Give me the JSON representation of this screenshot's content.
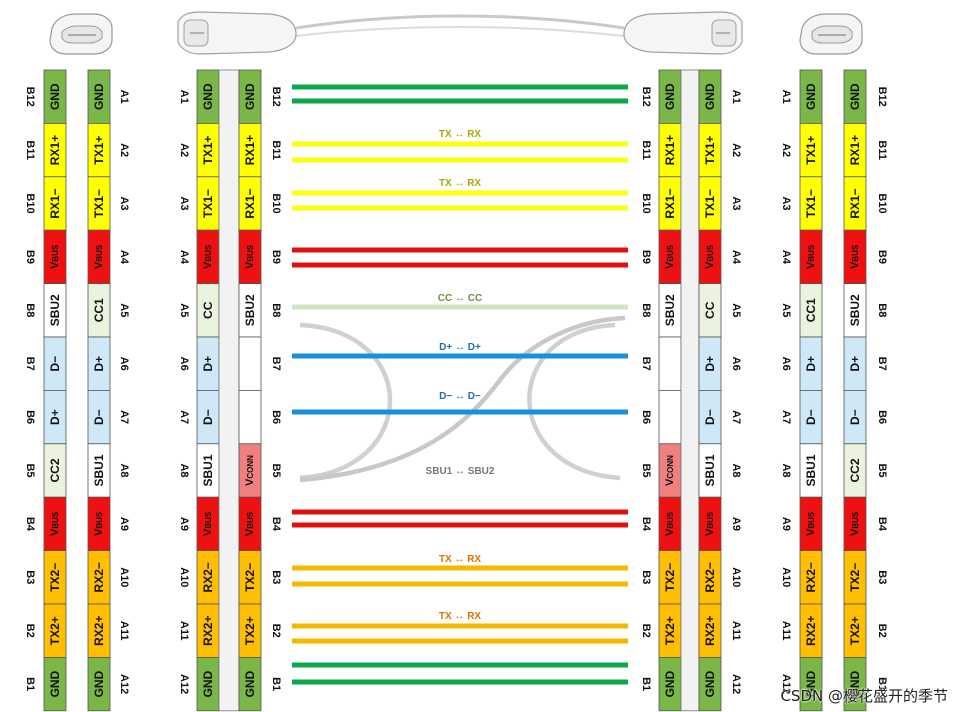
{
  "colors": {
    "GND": "#7ab648",
    "TX": "#ffff00",
    "RX": "#ffff00",
    "VBUS": "#ee1111",
    "SBU": "#ffffff",
    "CC": "#e9f3dd",
    "D": "#cfe8f8",
    "VCONN": "#f08080",
    "HS": "#ffbf00",
    "EMPTY": "#ffffff",
    "wire_gnd": "#0da64a",
    "wire_ss1": "#ffff11",
    "wire_vbus": "#e01010",
    "wire_cc": "#d4e3c3",
    "wire_d": "#1a8fe0",
    "wire_sbu": "#c8c8c8",
    "wire_ss2": "#f3b800",
    "label_ss1": "#a8a800",
    "label_cc": "#6b8e3a",
    "label_d": "#1f6fb0",
    "label_sbu": "#777777",
    "label_ss2": "#e07000"
  },
  "connector_left": {
    "icon": "usb-c-receptacle-icon",
    "row_b": [
      "B12",
      "B11",
      "B10",
      "B9",
      "B8",
      "B7",
      "B6",
      "B5",
      "B4",
      "B3",
      "B2",
      "B1"
    ],
    "col_b": [
      {
        "t": "GND",
        "c": "GND"
      },
      {
        "t": "RX1+",
        "c": "RX"
      },
      {
        "t": "RX1−",
        "c": "RX"
      },
      {
        "t": "Vbus",
        "c": "VBUS"
      },
      {
        "t": "SBU2",
        "c": "SBU"
      },
      {
        "t": "D−",
        "c": "D"
      },
      {
        "t": "D+",
        "c": "D"
      },
      {
        "t": "CC2",
        "c": "CC"
      },
      {
        "t": "Vbus",
        "c": "VBUS"
      },
      {
        "t": "TX2−",
        "c": "HS"
      },
      {
        "t": "TX2+",
        "c": "HS"
      },
      {
        "t": "GND",
        "c": "GND"
      }
    ],
    "col_a": [
      {
        "t": "GND",
        "c": "GND"
      },
      {
        "t": "TX1+",
        "c": "TX"
      },
      {
        "t": "TX1−",
        "c": "TX"
      },
      {
        "t": "Vbus",
        "c": "VBUS"
      },
      {
        "t": "CC1",
        "c": "CC"
      },
      {
        "t": "D+",
        "c": "D"
      },
      {
        "t": "D−",
        "c": "D"
      },
      {
        "t": "SBU1",
        "c": "SBU"
      },
      {
        "t": "Vbus",
        "c": "VBUS"
      },
      {
        "t": "RX2−",
        "c": "HS"
      },
      {
        "t": "RX2+",
        "c": "HS"
      },
      {
        "t": "GND",
        "c": "GND"
      }
    ],
    "row_a": [
      "A1",
      "A2",
      "A3",
      "A4",
      "A5",
      "A6",
      "A7",
      "A8",
      "A9",
      "A10",
      "A11",
      "A12"
    ]
  },
  "plug_left": {
    "icon": "usb-c-plug-icon",
    "row_a": [
      "A1",
      "A2",
      "A3",
      "A4",
      "A5",
      "A6",
      "A7",
      "A8",
      "A9",
      "A10",
      "A11",
      "A12"
    ],
    "col_a": [
      {
        "t": "GND",
        "c": "GND"
      },
      {
        "t": "TX1+",
        "c": "TX"
      },
      {
        "t": "TX1−",
        "c": "TX"
      },
      {
        "t": "Vbus",
        "c": "VBUS"
      },
      {
        "t": "CC",
        "c": "CC"
      },
      {
        "t": "D+",
        "c": "D"
      },
      {
        "t": "D−",
        "c": "D"
      },
      {
        "t": "SBU1",
        "c": "SBU"
      },
      {
        "t": "Vbus",
        "c": "VBUS"
      },
      {
        "t": "RX2−",
        "c": "HS"
      },
      {
        "t": "RX2+",
        "c": "HS"
      },
      {
        "t": "GND",
        "c": "GND"
      }
    ],
    "col_b": [
      {
        "t": "GND",
        "c": "GND"
      },
      {
        "t": "RX1+",
        "c": "RX"
      },
      {
        "t": "RX1−",
        "c": "RX"
      },
      {
        "t": "Vbus",
        "c": "VBUS"
      },
      {
        "t": "SBU2",
        "c": "SBU"
      },
      {
        "t": "",
        "c": "EMPTY"
      },
      {
        "t": "",
        "c": "EMPTY"
      },
      {
        "t": "Vconn",
        "c": "VCONN"
      },
      {
        "t": "Vbus",
        "c": "VBUS"
      },
      {
        "t": "TX2−",
        "c": "HS"
      },
      {
        "t": "TX2+",
        "c": "HS"
      },
      {
        "t": "GND",
        "c": "GND"
      }
    ],
    "row_b": [
      "B12",
      "B11",
      "B10",
      "B9",
      "B8",
      "B7",
      "B6",
      "B5",
      "B4",
      "B3",
      "B2",
      "B1"
    ]
  },
  "plug_right": {
    "icon": "usb-c-plug-icon",
    "row_b": [
      "B12",
      "B11",
      "B10",
      "B9",
      "B8",
      "B7",
      "B6",
      "B5",
      "B4",
      "B3",
      "B2",
      "B1"
    ],
    "col_b": [
      {
        "t": "GND",
        "c": "GND"
      },
      {
        "t": "RX1+",
        "c": "RX"
      },
      {
        "t": "RX1−",
        "c": "RX"
      },
      {
        "t": "Vbus",
        "c": "VBUS"
      },
      {
        "t": "SBU2",
        "c": "SBU"
      },
      {
        "t": "",
        "c": "EMPTY"
      },
      {
        "t": "",
        "c": "EMPTY"
      },
      {
        "t": "Vconn",
        "c": "VCONN"
      },
      {
        "t": "Vbus",
        "c": "VBUS"
      },
      {
        "t": "TX2−",
        "c": "HS"
      },
      {
        "t": "TX2+",
        "c": "HS"
      },
      {
        "t": "GND",
        "c": "GND"
      }
    ],
    "col_a": [
      {
        "t": "GND",
        "c": "GND"
      },
      {
        "t": "TX1+",
        "c": "TX"
      },
      {
        "t": "TX1−",
        "c": "TX"
      },
      {
        "t": "Vbus",
        "c": "VBUS"
      },
      {
        "t": "CC",
        "c": "CC"
      },
      {
        "t": "D+",
        "c": "D"
      },
      {
        "t": "D−",
        "c": "D"
      },
      {
        "t": "SBU1",
        "c": "SBU"
      },
      {
        "t": "Vbus",
        "c": "VBUS"
      },
      {
        "t": "RX2−",
        "c": "HS"
      },
      {
        "t": "RX2+",
        "c": "HS"
      },
      {
        "t": "GND",
        "c": "GND"
      }
    ],
    "row_a": [
      "A1",
      "A2",
      "A3",
      "A4",
      "A5",
      "A6",
      "A7",
      "A8",
      "A9",
      "A10",
      "A11",
      "A12"
    ]
  },
  "connector_right": {
    "icon": "usb-c-receptacle-icon",
    "row_a": [
      "A1",
      "A2",
      "A3",
      "A4",
      "A5",
      "A6",
      "A7",
      "A8",
      "A9",
      "A10",
      "A11",
      "A12"
    ],
    "col_a": [
      {
        "t": "GND",
        "c": "GND"
      },
      {
        "t": "TX1+",
        "c": "TX"
      },
      {
        "t": "TX1−",
        "c": "TX"
      },
      {
        "t": "Vbus",
        "c": "VBUS"
      },
      {
        "t": "CC1",
        "c": "CC"
      },
      {
        "t": "D+",
        "c": "D"
      },
      {
        "t": "D−",
        "c": "D"
      },
      {
        "t": "SBU1",
        "c": "SBU"
      },
      {
        "t": "Vbus",
        "c": "VBUS"
      },
      {
        "t": "RX2−",
        "c": "HS"
      },
      {
        "t": "RX2+",
        "c": "HS"
      },
      {
        "t": "GND",
        "c": "GND"
      }
    ],
    "col_b": [
      {
        "t": "GND",
        "c": "GND"
      },
      {
        "t": "RX1+",
        "c": "RX"
      },
      {
        "t": "RX1−",
        "c": "RX"
      },
      {
        "t": "Vbus",
        "c": "VBUS"
      },
      {
        "t": "SBU2",
        "c": "SBU"
      },
      {
        "t": "D+",
        "c": "D"
      },
      {
        "t": "D−",
        "c": "D"
      },
      {
        "t": "CC2",
        "c": "CC"
      },
      {
        "t": "Vbus",
        "c": "VBUS"
      },
      {
        "t": "TX2−",
        "c": "HS"
      },
      {
        "t": "TX2+",
        "c": "HS"
      },
      {
        "t": "GND",
        "c": "GND"
      }
    ],
    "row_b": [
      "B12",
      "B11",
      "B10",
      "B9",
      "B8",
      "B7",
      "B6",
      "B5",
      "B4",
      "B3",
      "B2",
      "B1"
    ]
  },
  "cable": {
    "icon": "usb-c-cable-icon",
    "wires": [
      {
        "name": "gnd",
        "color": "wire_gnd",
        "label": ""
      },
      {
        "name": "ss1",
        "color": "wire_ss1",
        "label": "TX ↔ RX",
        "label_color": "label_ss1"
      },
      {
        "name": "ss1b",
        "color": "wire_ss1",
        "label": "TX ↔ RX",
        "label_color": "label_ss1"
      },
      {
        "name": "vbus",
        "color": "wire_vbus",
        "label": ""
      },
      {
        "name": "cc",
        "color": "wire_cc",
        "label": "CC ↔ CC",
        "label_color": "label_cc"
      },
      {
        "name": "dp",
        "color": "wire_d",
        "label": "D+ ↔ D+",
        "label_color": "label_d"
      },
      {
        "name": "dn",
        "color": "wire_d",
        "label": "D− ↔ D−",
        "label_color": "label_d"
      },
      {
        "name": "sbu",
        "color": "wire_sbu",
        "label": "SBU1 ↔ SBU2",
        "label_color": "label_sbu"
      },
      {
        "name": "vbus2",
        "color": "wire_vbus",
        "label": ""
      },
      {
        "name": "ss2",
        "color": "wire_ss2",
        "label": "TX ↔ RX",
        "label_color": "label_ss2"
      },
      {
        "name": "ss2b",
        "color": "wire_ss2",
        "label": "TX ↔ RX",
        "label_color": "label_ss2"
      },
      {
        "name": "gnd2",
        "color": "wire_gnd",
        "label": ""
      }
    ]
  },
  "watermark": "CSDN @樱花盛开的季节"
}
